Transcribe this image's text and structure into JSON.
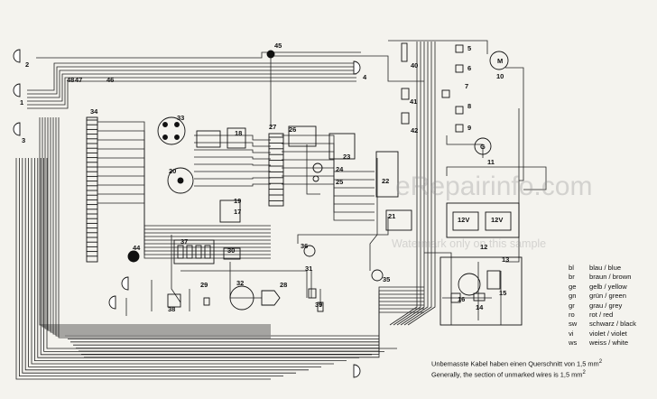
{
  "component_labels": [
    "1",
    "2",
    "3",
    "4",
    "5",
    "6",
    "7",
    "8",
    "9",
    "10",
    "11",
    "12",
    "13",
    "14",
    "15",
    "16",
    "17",
    "18",
    "19",
    "20",
    "21",
    "22",
    "23",
    "24",
    "25",
    "26",
    "27",
    "28",
    "29",
    "30",
    "31",
    "32",
    "33",
    "34",
    "35",
    "36",
    "37",
    "38",
    "39",
    "40",
    "41",
    "42",
    "44",
    "45",
    "46",
    "47",
    "48",
    "12V",
    "12V",
    "M",
    "G"
  ],
  "legend": [
    {
      "code": "bl",
      "text": "blau / blue"
    },
    {
      "code": "br",
      "text": "braun / brown"
    },
    {
      "code": "ge",
      "text": "gelb / yellow"
    },
    {
      "code": "gn",
      "text": "grün / green"
    },
    {
      "code": "gr",
      "text": "grau / grey"
    },
    {
      "code": "ro",
      "text": "rot / red"
    },
    {
      "code": "sw",
      "text": "schwarz / black"
    },
    {
      "code": "vi",
      "text": "violet / violet"
    },
    {
      "code": "ws",
      "text": "weiss / white"
    }
  ],
  "note_de": "Unbemasste Kabel haben einen Querschnitt von 1,5 mm",
  "note_en": "Generally, the section of unmarked wires is 1,5 mm",
  "note_superscript": "2",
  "watermark_main": "eRepairinfo.com",
  "watermark_sub": "Watermark only on this sample"
}
